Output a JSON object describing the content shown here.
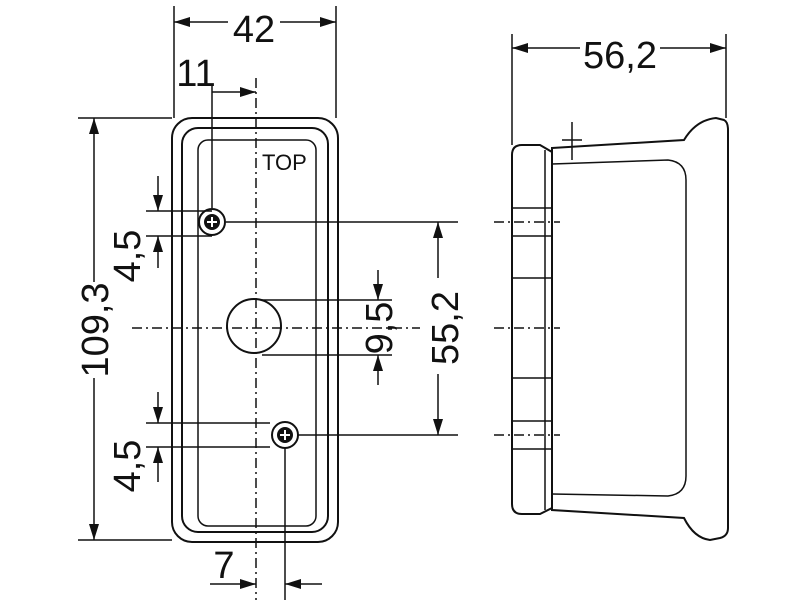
{
  "labels": {
    "top": "TOP",
    "width_front": "42",
    "offset_top_hole": "11",
    "overall_height": "109,3",
    "upper_hole_dim": "4,5",
    "lower_hole_dim": "4,5",
    "center_hole_dim": "9,5",
    "hole_spacing": "55,2",
    "offset_bottom_hole": "7",
    "depth_side": "56,2"
  }
}
